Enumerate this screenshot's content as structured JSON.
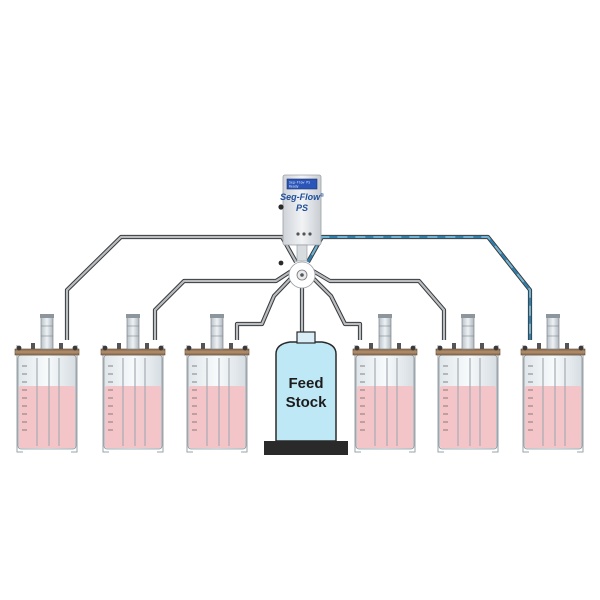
{
  "device": {
    "brand": "Seg-Flow",
    "brand_mark": "®",
    "model": "PS",
    "screen_lines": [
      "Seg-Flow PS",
      "Ready"
    ]
  },
  "feed_stock": {
    "line1": "Feed",
    "line2": "Stock"
  },
  "colors": {
    "tubing": "#6a6a6a",
    "active_tubing": "#6fb4d6",
    "reactor_liquid": "#f4c5c8",
    "feed_liquid": "#bfe8f6",
    "lid": "#9a7a5a",
    "device_body": "#e4e6ea",
    "screen": "#2b55b8"
  },
  "reactors": [
    {
      "id": "reactor-1",
      "side": "left"
    },
    {
      "id": "reactor-2",
      "side": "left"
    },
    {
      "id": "reactor-3",
      "side": "left"
    },
    {
      "id": "reactor-4",
      "side": "right"
    },
    {
      "id": "reactor-5",
      "side": "right"
    },
    {
      "id": "reactor-6",
      "side": "right"
    }
  ]
}
